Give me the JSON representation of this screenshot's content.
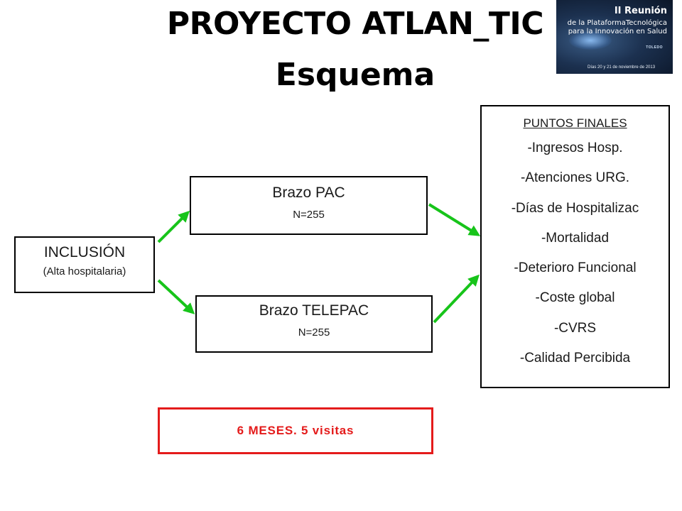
{
  "title": {
    "line1": "PROYECTO ATLAN_TIC",
    "line2": "Esquema"
  },
  "logo": {
    "line1": "II Reunión",
    "line2": "de la PlataformaTecnológica",
    "line3": "para la Innovación en Salud",
    "city": "TOLEDO",
    "dates": "Días 20 y 21 de noviembre de 2013"
  },
  "inclusion": {
    "label": "INCLUSIÓN",
    "sub": "(Alta hospitalaria)"
  },
  "arm_pac": {
    "label": "Brazo PAC",
    "n": "N=255"
  },
  "arm_telepac": {
    "label": "Brazo TELEPAC",
    "n": "N=255"
  },
  "endpoints": {
    "header": "PUNTOS FINALES",
    "items": [
      "-Ingresos Hosp.",
      "-Atenciones URG.",
      "-Días de Hospitalizac",
      "-Mortalidad",
      "-Deterioro Funcional",
      "-Coste global",
      "-CVRS",
      "-Calidad Percibida"
    ]
  },
  "duration": {
    "label": "6 MESES. 5 visitas"
  },
  "colors": {
    "arrow": "#17c41a",
    "duration_border": "#e41b1b",
    "box_border": "#000000"
  }
}
